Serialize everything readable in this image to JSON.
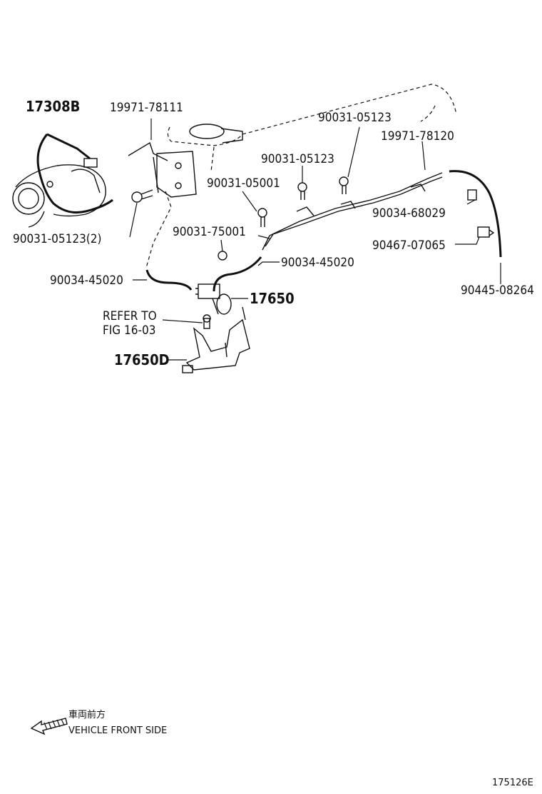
{
  "labels": {
    "p17308B": "17308B",
    "p19971_78111": "19971-78111",
    "p90031_05123_top": "90031-05123",
    "p19971_78120": "19971-78120",
    "p90031_05123_mid": "90031-05123",
    "p90031_05001": "90031-05001",
    "p90034_68029": "90034-68029",
    "p90031_05123_2": "90031-05123(2)",
    "p90031_75001": "90031-75001",
    "p90467_07065": "90467-07065",
    "p90034_45020_right": "90034-45020",
    "p90034_45020_left": "90034-45020",
    "p90445_08264": "90445-08264",
    "p17650": "17650",
    "refer_to": "REFER TO",
    "fig_ref": "FIG 16-03",
    "p17650D": "17650D"
  },
  "legend": {
    "japanese": "車両前方",
    "english": "VEHICLE FRONT SIDE"
  },
  "figure_id": "175126E"
}
